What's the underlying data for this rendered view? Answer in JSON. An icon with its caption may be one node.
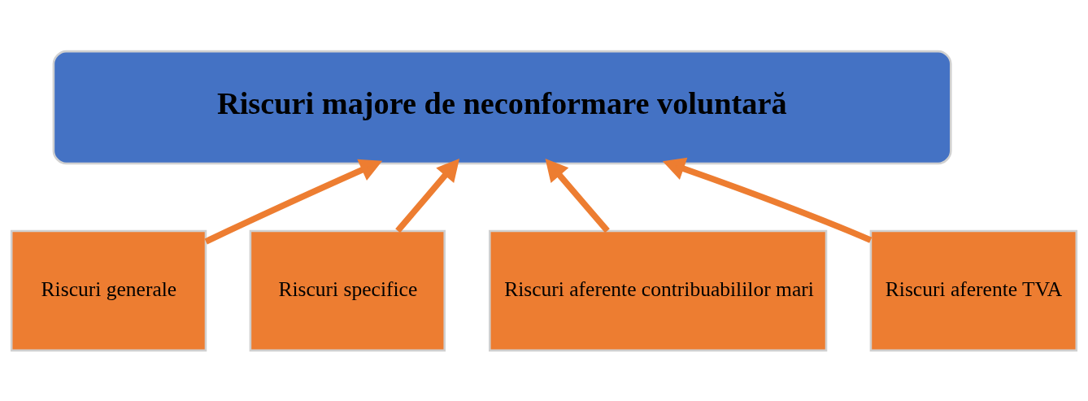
{
  "diagram": {
    "nodes": [
      {
        "text": [
          "Riscuri majore de neconformare voluntară"
        ]
      },
      {
        "text": [
          "Riscuri generale"
        ]
      },
      {
        "text": [
          "Riscuri specifice"
        ]
      },
      {
        "text": [
          "Riscuri aferente contribuabililor mari"
        ]
      },
      {
        "text": [
          "Riscuri aferente TVA"
        ]
      }
    ],
    "edges": [
      {
        "from": 1,
        "to": 0,
        "arrow": "to"
      },
      {
        "from": 2,
        "to": 0,
        "arrow": "to"
      },
      {
        "from": 3,
        "to": 0,
        "arrow": "to"
      },
      {
        "from": 4,
        "to": 0,
        "arrow": "to"
      }
    ]
  }
}
